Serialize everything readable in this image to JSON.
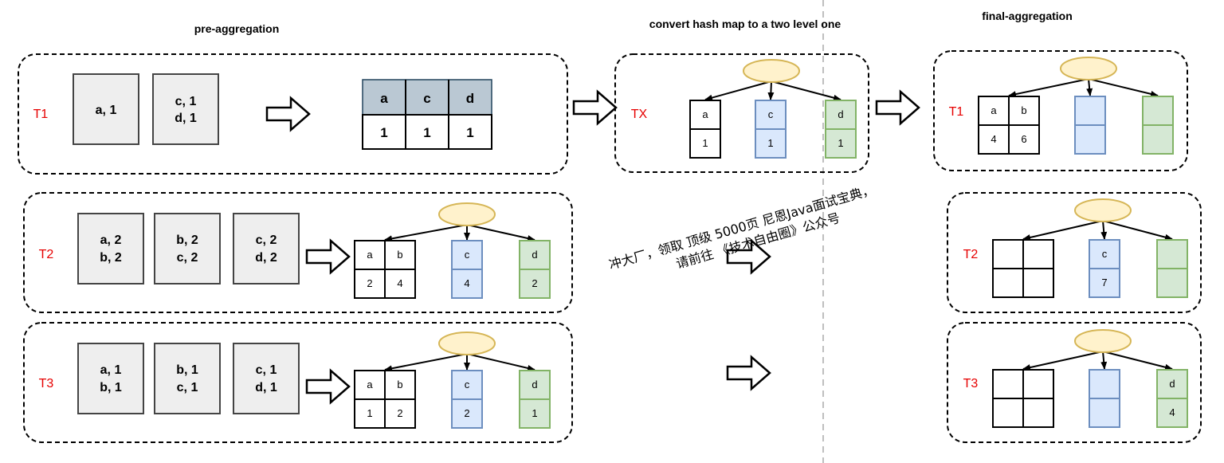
{
  "titles": {
    "pre": "pre-aggregation",
    "convert": "convert hash map to a two level one",
    "final": "final-aggregation"
  },
  "rows": {
    "t1": "T1",
    "t2": "T2",
    "t3": "T3",
    "tx": "TX",
    "f1": "T1",
    "f2": "T2",
    "f3": "T3"
  },
  "blocks": {
    "t1": [
      [
        "a,  1"
      ],
      [
        "c,  1",
        "d,  1"
      ]
    ],
    "t2": [
      [
        "a,  2",
        "b,  2"
      ],
      [
        "b,  2",
        "c,  2"
      ],
      [
        "c,  2",
        "d,  2"
      ]
    ],
    "t3": [
      [
        "a,  1",
        "b,  1"
      ],
      [
        "b,  1",
        "c,  1"
      ],
      [
        "c,  1",
        "d,  1"
      ]
    ]
  },
  "hash_table_t1": {
    "keys": [
      "a",
      "c",
      "d"
    ],
    "values": [
      "1",
      "1",
      "1"
    ]
  },
  "trees": {
    "t2": {
      "grid": [
        "a",
        "b",
        "2",
        "4"
      ],
      "blue": [
        "c",
        "4"
      ],
      "green": [
        "d",
        "2"
      ]
    },
    "t3": {
      "grid": [
        "a",
        "b",
        "1",
        "2"
      ],
      "blue": [
        "c",
        "2"
      ],
      "green": [
        "d",
        "1"
      ]
    },
    "tx": {
      "white": [
        "a",
        "1"
      ],
      "blue": [
        "c",
        "1"
      ],
      "green": [
        "d",
        "1"
      ]
    },
    "f1": {
      "grid": [
        "a",
        "b",
        "4",
        "6"
      ],
      "blue": [
        "",
        ""
      ],
      "green": [
        "",
        ""
      ]
    },
    "f2": {
      "grid": [
        "",
        "",
        "",
        ""
      ],
      "blue": [
        "c",
        "7"
      ],
      "green": [
        "",
        ""
      ]
    },
    "f3": {
      "grid": [
        "",
        "",
        "",
        ""
      ],
      "blue": [
        "",
        ""
      ],
      "green": [
        "d",
        "4"
      ]
    }
  },
  "watermark": {
    "line1": "冲大厂，领取 顶级 5000页 尼恩Java面试宝典，",
    "line2": "请前往 《技术自由圈》公众号"
  },
  "colors": {
    "row_label": "#e60000",
    "blue_fill": "#dae8fc",
    "blue_stroke": "#6c8ebf",
    "green_fill": "#d5e8d4",
    "green_stroke": "#82b366",
    "node_fill": "#fff2cc",
    "node_stroke": "#d6b656",
    "box_fill": "#eeeeee",
    "header_fill": "#bac8d3"
  }
}
